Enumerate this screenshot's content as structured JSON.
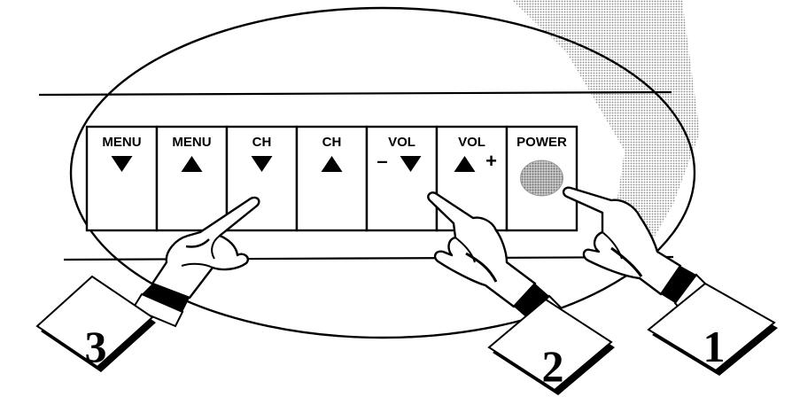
{
  "panel": {
    "buttons": [
      {
        "label": "MENU",
        "arrow": "down",
        "sign": ""
      },
      {
        "label": "MENU",
        "arrow": "up",
        "sign": ""
      },
      {
        "label": "CH",
        "arrow": "down",
        "sign": ""
      },
      {
        "label": "CH",
        "arrow": "up",
        "sign": ""
      },
      {
        "label": "VOL",
        "arrow": "down",
        "sign": "–"
      },
      {
        "label": "VOL",
        "arrow": "up",
        "sign": "+"
      },
      {
        "label": "POWER",
        "arrow": "",
        "sign": ""
      }
    ]
  },
  "steps": [
    {
      "number": "3",
      "target_button": "CH ▼"
    },
    {
      "number": "2",
      "target_button": "VOL ▼"
    },
    {
      "number": "1",
      "target_button": "POWER"
    }
  ],
  "colors": {
    "ink": "#000000",
    "paper": "#ffffff",
    "halftone_shade": "#d6d6d6",
    "power_button_fill": "#bdbdbd"
  }
}
